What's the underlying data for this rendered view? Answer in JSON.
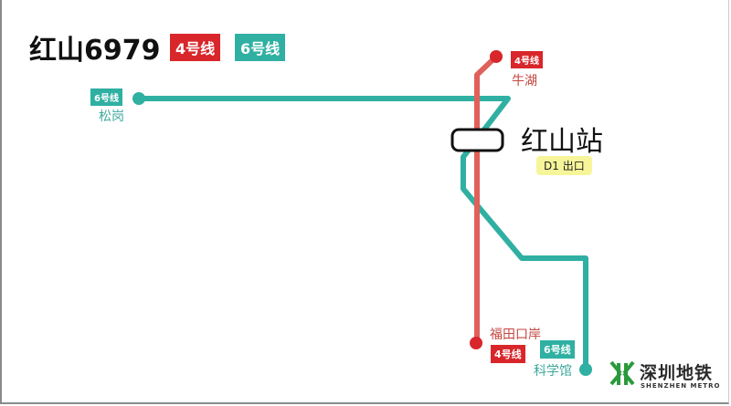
{
  "title": "红山6979",
  "legend": {
    "line4": "4号线",
    "line6": "6号线"
  },
  "station": {
    "name": "红山站",
    "exit": "D1 出口"
  },
  "stations": {
    "niuhu": {
      "name": "牛湖",
      "line": "4号线"
    },
    "songgang": {
      "name": "松岗",
      "line": "6号线"
    },
    "futian_port": {
      "name": "福田口岸",
      "line": "4号线"
    },
    "science_museum": {
      "name": "科学馆",
      "line": "6号线"
    }
  },
  "logo": {
    "cn": "深圳地铁",
    "en": "SHENZHEN METRO"
  },
  "colors": {
    "line4": "#d8262b",
    "line4_track": "#e0605a",
    "line6": "#2fb0a2",
    "exit_bg": "#f7f59a",
    "logo_green": "#2a9a3c"
  }
}
